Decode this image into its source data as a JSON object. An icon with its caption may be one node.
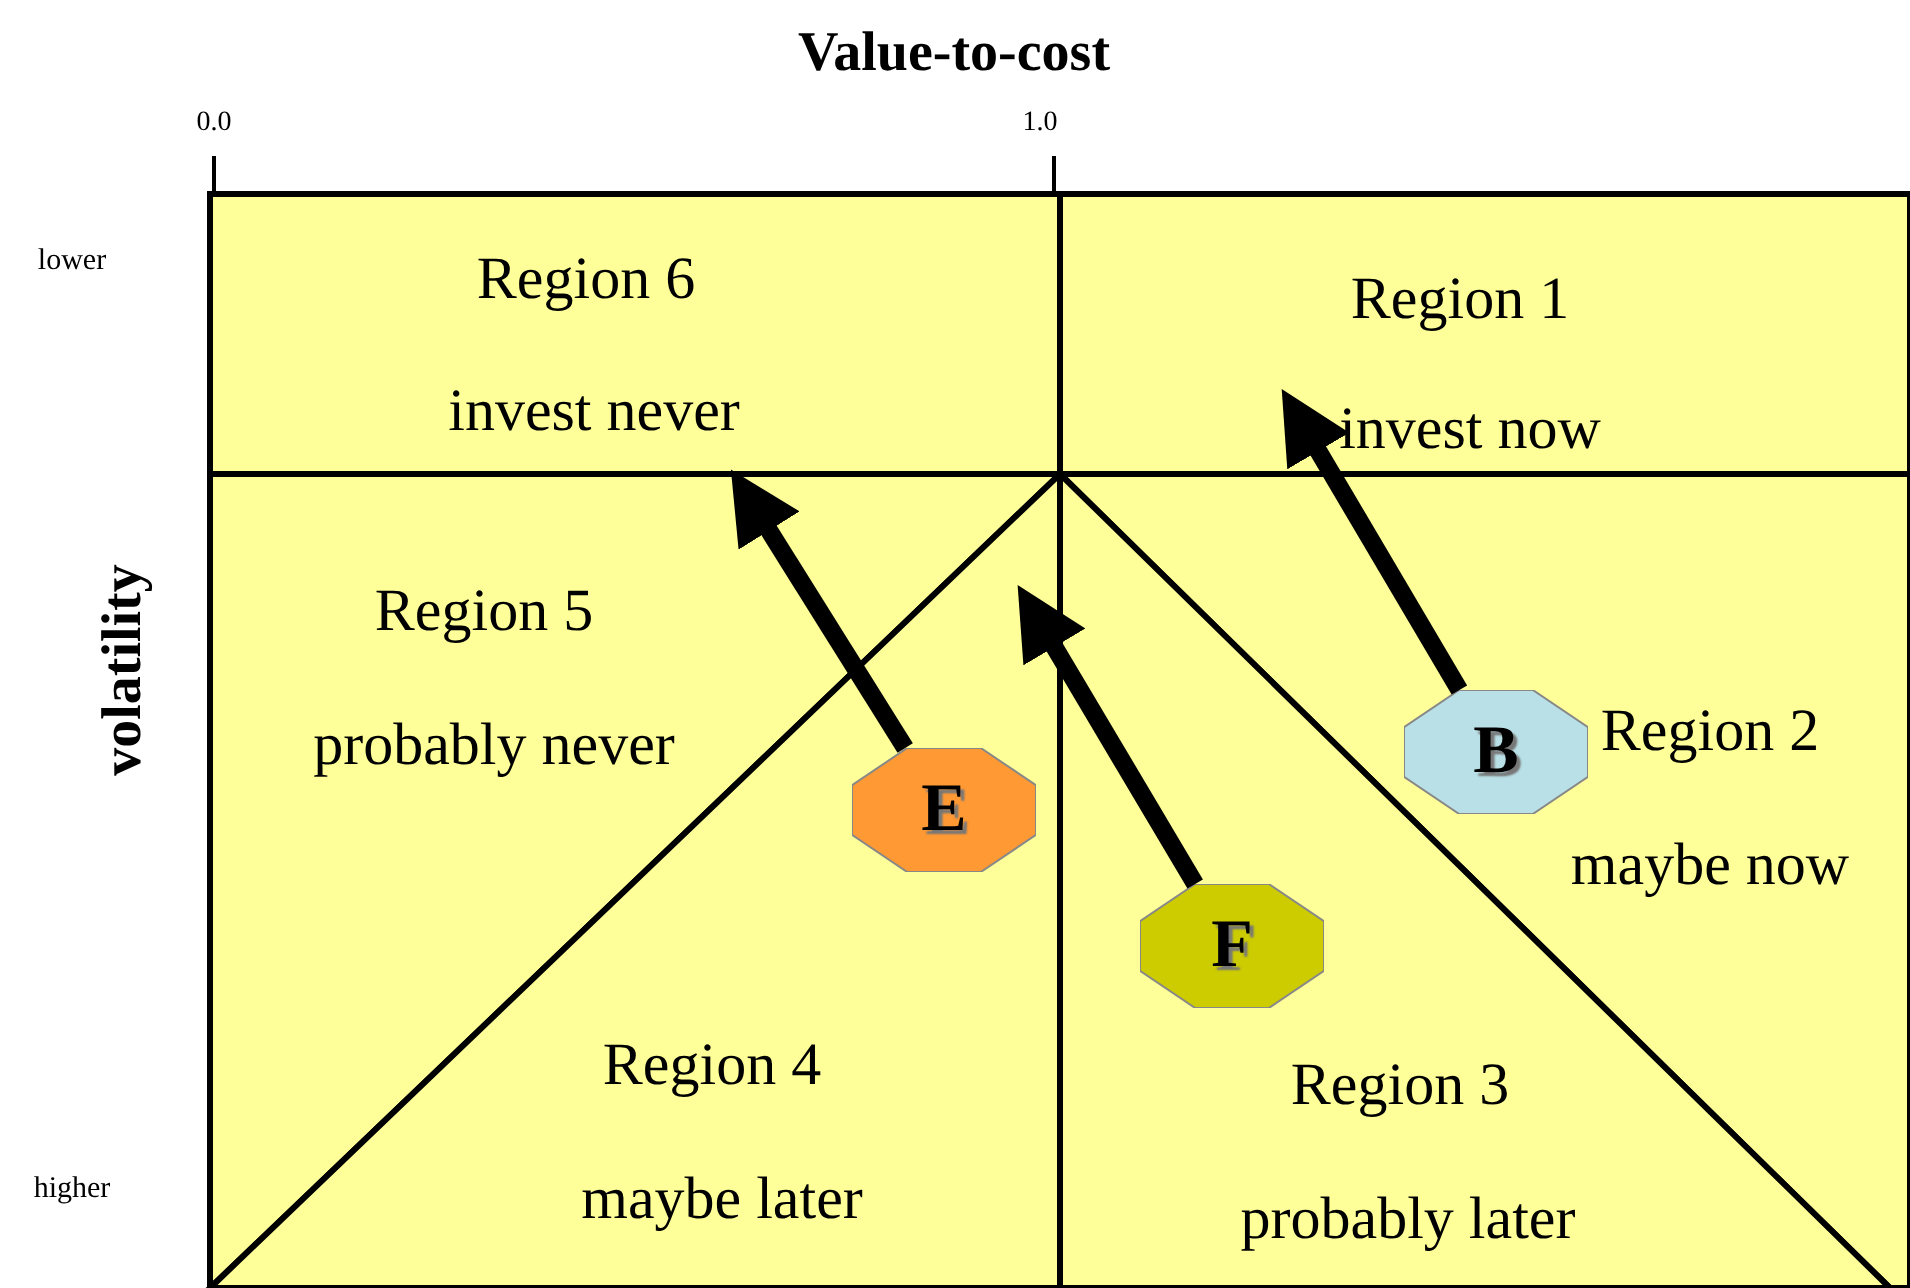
{
  "diagram": {
    "title": "Value-to-cost",
    "nodes": [
      {
        "text": [
          "Region 6",
          "invest never"
        ]
      },
      {
        "text": [
          "Region 1",
          "invest now"
        ]
      },
      {
        "text": [
          "Region 5",
          "probably never"
        ]
      },
      {
        "text": [
          "Region 2",
          "maybe now"
        ]
      },
      {
        "text": [
          "Region 4",
          "maybe later"
        ]
      },
      {
        "text": [
          "Region 3",
          "probably later"
        ]
      },
      {
        "text": [
          "B"
        ],
        "in": 3
      },
      {
        "text": [
          "E"
        ],
        "in": 4
      },
      {
        "text": [
          "F"
        ],
        "in": 5
      }
    ],
    "edges": [
      {
        "from": 6,
        "to": 1,
        "arrow": "to"
      },
      {
        "from": 7,
        "to": 2,
        "arrow": "to"
      },
      {
        "from": 8,
        "to": 4,
        "arrow": "to"
      }
    ],
    "labels": [
      "0.0",
      "1.0",
      "lower",
      "volatility",
      "higher"
    ]
  }
}
